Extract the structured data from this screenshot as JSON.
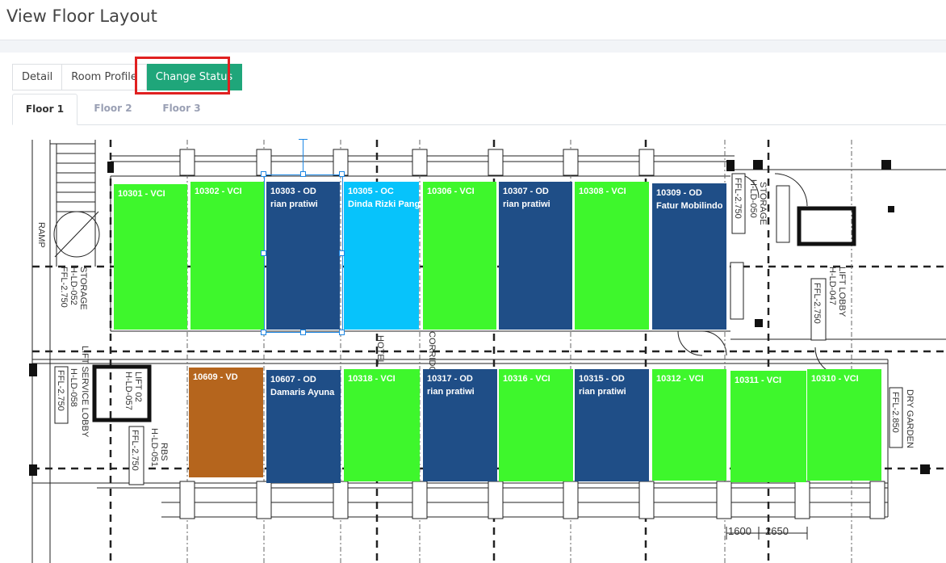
{
  "page": {
    "title": "View Floor Layout"
  },
  "actions": [
    {
      "label": "Detail",
      "active": false
    },
    {
      "label": "Room Profile",
      "active": false
    },
    {
      "label": "Change Status",
      "active": true
    }
  ],
  "floors": [
    {
      "label": "Floor 1",
      "active": true
    },
    {
      "label": "Floor 2",
      "active": false
    },
    {
      "label": "Floor 3",
      "active": false
    }
  ],
  "status_colors": {
    "VCI": "#3ef72c",
    "OD": "#1f4e87",
    "OC": "#07c3fb",
    "VD": "#b5651d"
  },
  "rooms": [
    {
      "number": "10301",
      "status": "VCI",
      "label": "10301 - VCI",
      "guest": ""
    },
    {
      "number": "10302",
      "status": "VCI",
      "label": "10302 - VCI",
      "guest": ""
    },
    {
      "number": "10303",
      "status": "OD",
      "label": "10303 - OD",
      "guest": "rian pratiwi"
    },
    {
      "number": "10305",
      "status": "OC",
      "label": "10305 - OC",
      "guest": "Dinda Rizki Pange"
    },
    {
      "number": "10306",
      "status": "VCI",
      "label": "10306 - VCI",
      "guest": ""
    },
    {
      "number": "10307",
      "status": "OD",
      "label": "10307 - OD",
      "guest": "rian pratiwi"
    },
    {
      "number": "10308",
      "status": "VCI",
      "label": "10308 - VCI",
      "guest": ""
    },
    {
      "number": "10309",
      "status": "OD",
      "label": "10309 - OD",
      "guest": "Fatur Mobilindo"
    },
    {
      "number": "10609",
      "status": "VD",
      "label": "10609 - VD",
      "guest": ""
    },
    {
      "number": "10607",
      "status": "OD",
      "label": "10607 - OD",
      "guest": "Damaris Ayuna"
    },
    {
      "number": "10318",
      "status": "VCI",
      "label": "10318 - VCI",
      "guest": ""
    },
    {
      "number": "10317",
      "status": "OD",
      "label": "10317 - OD",
      "guest": "rian pratiwi"
    },
    {
      "number": "10316",
      "status": "VCI",
      "label": "10316 - VCI",
      "guest": ""
    },
    {
      "number": "10315",
      "status": "OD",
      "label": "10315 - OD",
      "guest": "rian pratiwi"
    },
    {
      "number": "10312",
      "status": "VCI",
      "label": "10312 - VCI",
      "guest": ""
    },
    {
      "number": "10311",
      "status": "VCI",
      "label": "10311 - VCI",
      "guest": ""
    },
    {
      "number": "10310",
      "status": "VCI",
      "label": "10310 - VCI",
      "guest": ""
    }
  ],
  "plan_labels": {
    "ramp": "RAMP",
    "storage_left": "STORAGE",
    "code_052": "H-LD-052",
    "ffl_2750_a": "FFL-2.750",
    "storage_right": "STORAGE",
    "code_050": "H-LD-050",
    "ffl_2750_b": "FFL-2.750",
    "lift_lobby": "LIFT LOBBY",
    "code_047": "H-LD-047",
    "ffl_2750_c": "FFL-2.750",
    "lift_service_lobby": "LIFT SERVICE LOBBY",
    "code_058": "H-LD-058",
    "ffl_2750_d": "FFL-2.750",
    "lift_02": "LIFT 02",
    "code_057": "H-LD-057",
    "rbs": "RBS",
    "code_051": "H-LD-051",
    "ffl_2750_e": "FFL-2.750",
    "corridor": "CORRIDOR",
    "hotel": "HOTEL",
    "dry_garden": "DRY GARDEN",
    "ffl_2850": "FFL-2.850",
    "dim_1600": "1600",
    "dim_2650": "2650"
  }
}
